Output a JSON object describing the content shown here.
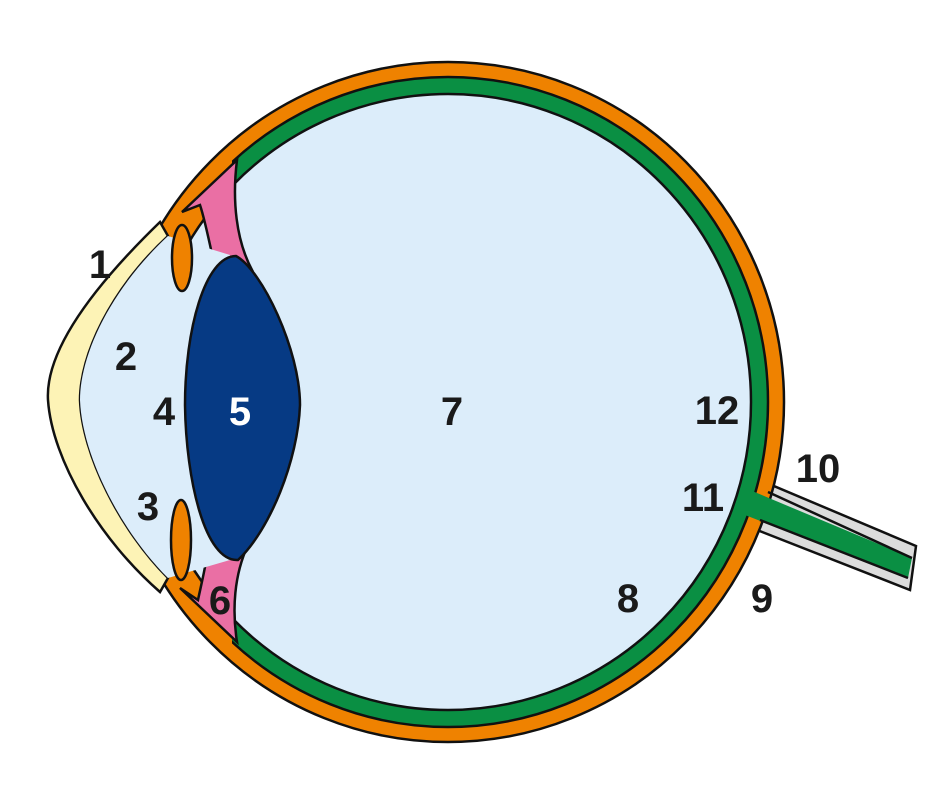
{
  "colors": {
    "sclera": "#ef8200",
    "choroid": "#0a8f43",
    "vitreous": "#dcedfa",
    "cornea": "#fdf3b6",
    "lens": "#063a84",
    "ciliary": "#ea6fa4",
    "nerve": "#dcdcdc"
  },
  "labels": [
    "1",
    "2",
    "3",
    "4",
    "5",
    "6",
    "7",
    "8",
    "9",
    "10",
    "11",
    "12"
  ]
}
